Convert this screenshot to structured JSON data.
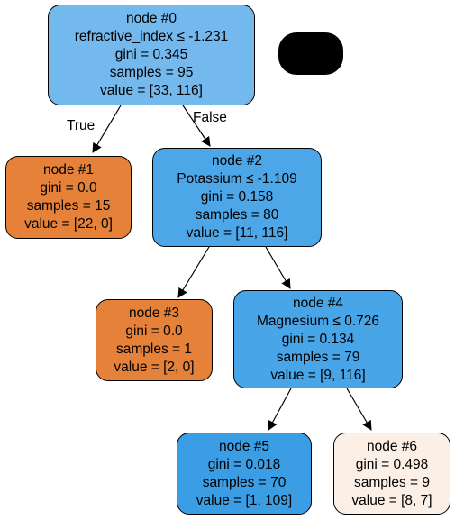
{
  "tree": {
    "nodes": [
      {
        "id": "node-0",
        "lines": [
          "node #0",
          "refractive_index ≤ -1.231",
          "gini = 0.345",
          "samples = 95",
          "value = [33, 116]"
        ],
        "fill": "#74b9ed"
      },
      {
        "id": "node-1",
        "lines": [
          "node #1",
          "gini = 0.0",
          "samples = 15",
          "value = [22, 0]"
        ],
        "fill": "#e58139"
      },
      {
        "id": "node-2",
        "lines": [
          "node #2",
          "Potassium ≤ -1.109",
          "gini = 0.158",
          "samples = 80",
          "value = [11, 116]"
        ],
        "fill": "#4ca6e7"
      },
      {
        "id": "node-3",
        "lines": [
          "node #3",
          "gini = 0.0",
          "samples = 1",
          "value = [2, 0]"
        ],
        "fill": "#e58139"
      },
      {
        "id": "node-4",
        "lines": [
          "node #4",
          "Magnesium ≤ 0.726",
          "gini = 0.134",
          "samples = 79",
          "value = [9, 116]"
        ],
        "fill": "#48a5e7"
      },
      {
        "id": "node-5",
        "lines": [
          "node #5",
          "gini = 0.018",
          "samples = 70",
          "value = [1, 109]"
        ],
        "fill": "#3b9ee5"
      },
      {
        "id": "node-6",
        "lines": [
          "node #6",
          "gini = 0.498",
          "samples = 9",
          "value = [8, 7]"
        ],
        "fill": "#fcefe6"
      }
    ],
    "edges": [
      {
        "from": "node-0",
        "to": "node-1",
        "label": "True"
      },
      {
        "from": "node-0",
        "to": "node-2",
        "label": "False"
      },
      {
        "from": "node-2",
        "to": "node-3",
        "label": ""
      },
      {
        "from": "node-2",
        "to": "node-4",
        "label": ""
      },
      {
        "from": "node-4",
        "to": "node-5",
        "label": ""
      },
      {
        "from": "node-4",
        "to": "node-6",
        "label": ""
      }
    ]
  }
}
